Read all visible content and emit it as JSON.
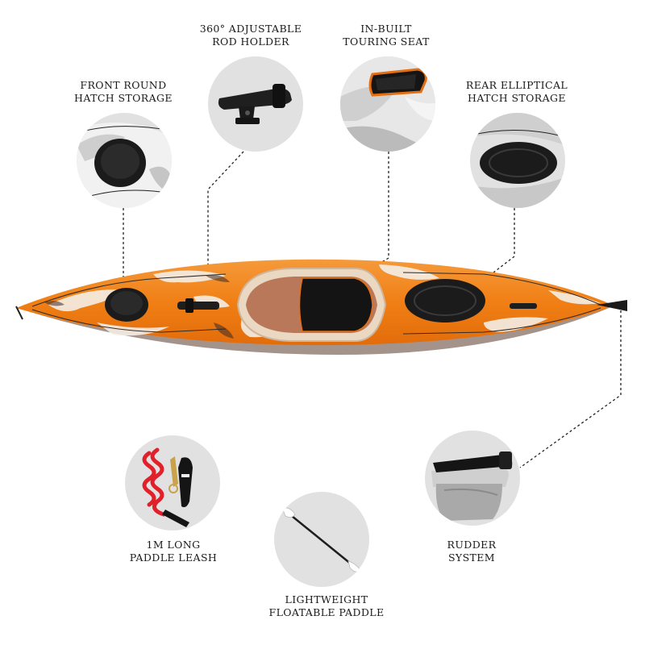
{
  "features": [
    {
      "id": "front-hatch",
      "line1": "FRONT ROUND",
      "line2": "HATCH STORAGE"
    },
    {
      "id": "rod-holder",
      "line1": "360° ADJUSTABLE",
      "line2": "ROD HOLDER"
    },
    {
      "id": "touring-seat",
      "line1": "IN-BUILT",
      "line2": "TOURING SEAT"
    },
    {
      "id": "rear-hatch",
      "line1": "REAR ELLIPTICAL",
      "line2": "HATCH STORAGE"
    },
    {
      "id": "paddle-leash",
      "line1": "1M LONG",
      "line2": "PADDLE LEASH"
    },
    {
      "id": "paddle",
      "line1": "LIGHTWEIGHT",
      "line2": "FLOATABLE PADDLE"
    },
    {
      "id": "rudder",
      "line1": "RUDDER",
      "line2": "SYSTEM"
    }
  ],
  "colors": {
    "kayak_orange": "#f28a1e",
    "kayak_white": "#f3ede6",
    "hatch_black": "#1b1b1b",
    "circle_gray": "#e1e1e1",
    "leash_red": "#e0202a"
  }
}
